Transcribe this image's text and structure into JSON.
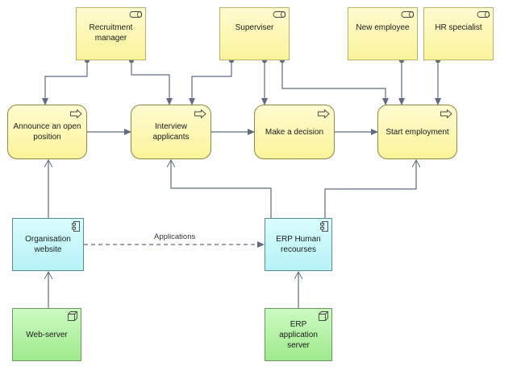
{
  "actors": {
    "recruitment_manager": "Recruitment manager",
    "supervisor": "Superviser",
    "new_employee": "New employee",
    "hr_specialist": "HR specialist"
  },
  "processes": {
    "announce": "Announce an open position",
    "interview": "Interview applicants",
    "decision": "Make a decision",
    "start": "Start employment"
  },
  "applications": {
    "website": "Organisation website",
    "erp": "ERP Human recourses"
  },
  "nodes": {
    "webserver": "Web-server",
    "erp_server": "ERP application server"
  },
  "flow_label": "Applications",
  "colors": {
    "actor_fill": "#fbf49a",
    "process_fill": "#fbf49a",
    "application_fill": "#b6f2f7",
    "node_fill": "#9fea8c",
    "connector": "#5f6b80"
  },
  "icons": {
    "actor": "role-icon",
    "process": "process-arrow-icon",
    "application": "component-icon",
    "node": "node-cube-icon"
  }
}
